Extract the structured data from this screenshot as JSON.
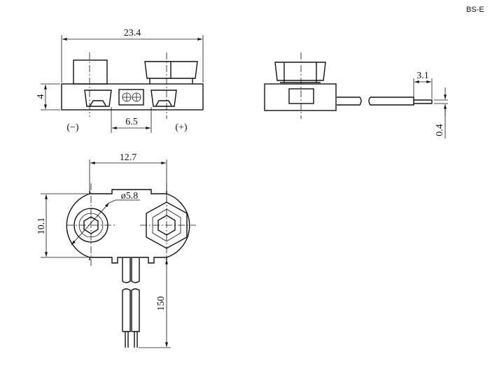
{
  "model_label": "BS-E",
  "front_view": {
    "width_dim": "23.4",
    "height_dim": "4",
    "pitch_dim": "6.5",
    "negative_label": "(−)",
    "positive_label": "(+)"
  },
  "side_view": {
    "strip_length_dim": "3.1",
    "wire_dia_dim": "0.4"
  },
  "bottom_view": {
    "center_distance_dim": "12.7",
    "height_dim": "10.1",
    "stud_dia_dim": "ø5.8",
    "lead_length_dim": "150"
  }
}
